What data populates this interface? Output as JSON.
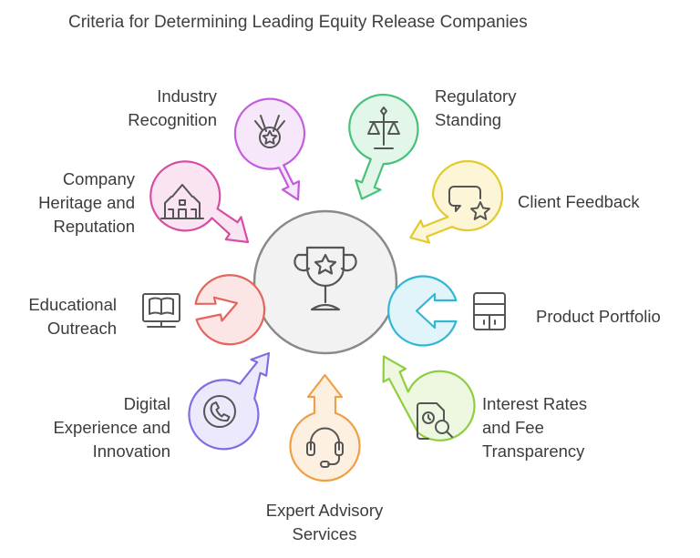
{
  "title": "Criteria for Determining Leading Equity Release Companies",
  "center": {
    "icon": "trophy-star-icon",
    "fill": "#f2f2f2",
    "stroke": "#8a8a8a"
  },
  "criteria": [
    {
      "id": "industry-recognition",
      "lines": [
        "Industry",
        "Recognition"
      ],
      "icon": "medal-icon",
      "color": "#c25bdc",
      "fill": "#f6e7fa"
    },
    {
      "id": "regulatory-standing",
      "lines": [
        "Regulatory",
        "Standing"
      ],
      "icon": "scales-icon",
      "color": "#47c27a",
      "fill": "#e3f6ea"
    },
    {
      "id": "client-feedback",
      "lines": [
        "Client Feedback"
      ],
      "icon": "feedback-star-icon",
      "color": "#e3c92c",
      "fill": "#fcf6d6"
    },
    {
      "id": "product-portfolio",
      "lines": [
        "Product Portfolio"
      ],
      "icon": "cabinet-icon",
      "color": "#31b6d6",
      "fill": "#e0f4fa"
    },
    {
      "id": "interest-rates",
      "lines": [
        "Interest Rates",
        "and Fee",
        "Transparency"
      ],
      "icon": "document-search-icon",
      "color": "#8fce3f",
      "fill": "#eef8e1"
    },
    {
      "id": "expert-advisory",
      "lines": [
        "Expert Advisory",
        "Services"
      ],
      "icon": "headset-icon",
      "color": "#efa046",
      "fill": "#fdf0e1"
    },
    {
      "id": "digital-experience",
      "lines": [
        "Digital",
        "Experience and",
        "Innovation"
      ],
      "icon": "phone-icon",
      "color": "#7c6fe0",
      "fill": "#ebe9fb"
    },
    {
      "id": "educational-outreach",
      "lines": [
        "Educational",
        "Outreach"
      ],
      "icon": "monitor-book-icon",
      "color": "#e4645e",
      "fill": "#fbe6e5"
    },
    {
      "id": "company-heritage",
      "lines": [
        "Company",
        "Heritage and",
        "Reputation"
      ],
      "icon": "house-icon",
      "color": "#d64ea4",
      "fill": "#fae4f1"
    }
  ]
}
